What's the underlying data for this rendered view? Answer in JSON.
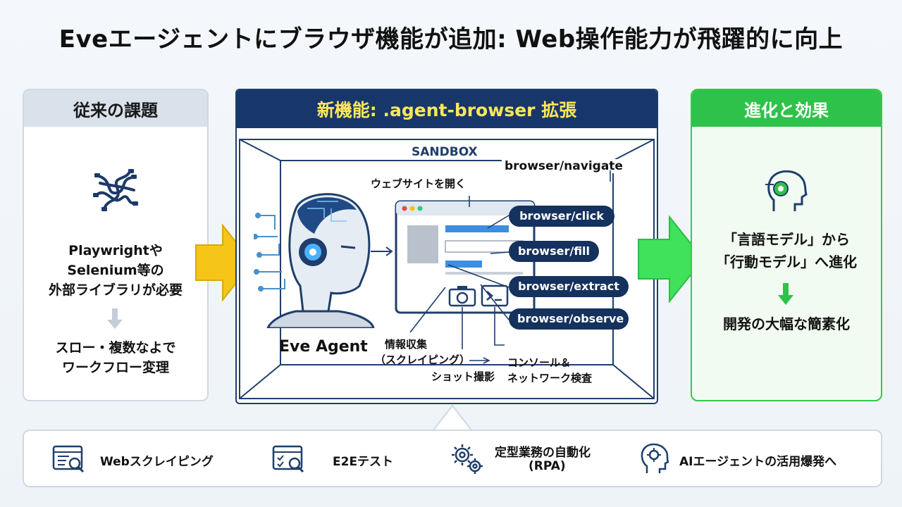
{
  "title": "Eveエージェントにブラウザ機能が追加: Web操作能力が飛躍的に向上",
  "left": {
    "header": "従来の課題",
    "lines": [
      "Playwrightや",
      "Selenium等の",
      "外部ライブラリが必要"
    ],
    "lines2": [
      "スロー・複数なよで",
      "ワークフロー変理"
    ]
  },
  "center": {
    "header": "新機能: .agent-browser 拡張",
    "sandbox": "SANDBOX",
    "navigate": "browser/navigate",
    "open_site": "ウェブサイトを開く",
    "commands": [
      "browser/click",
      "browser/fill",
      "browser/extract",
      "browser/observe"
    ],
    "agent": "Eve Agent",
    "scrape": [
      "情報収集",
      "（スクレイピング）"
    ],
    "screenshot": "ショット撮影",
    "console": [
      "コンソール＆",
      "ネットワーク検査"
    ]
  },
  "right": {
    "header": "進化と効果",
    "lines": [
      "「言語モデル」から",
      "「行動モデル」へ進化"
    ],
    "result": "開発の大幅な簡素化"
  },
  "bottom": {
    "items": [
      "Webスクレイピング",
      "E2Eテスト",
      "定型業務の自動化",
      "(RPA)",
      "AIエージェントの活用爆発へ"
    ]
  },
  "colors": {
    "navy": "#17376a",
    "yellow": "#ffe75a",
    "green": "#2fc24a",
    "arrow_yellow": "#f5c518"
  }
}
